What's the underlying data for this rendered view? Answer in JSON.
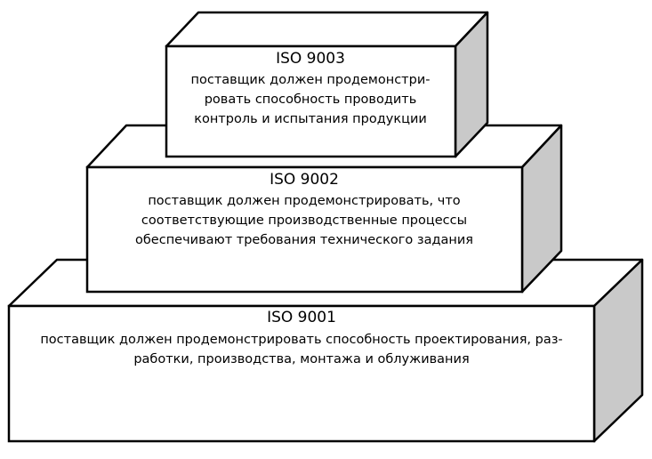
{
  "colors": {
    "front": "#ffffff",
    "top": "#ffffff",
    "side": "#c9c9c9",
    "stroke": "#000000"
  },
  "levels": [
    {
      "standard": "ISO 9003",
      "lines": [
        "поставщик должен продемонстри-",
        "ровать способность проводить",
        "контроль и испытания продукции"
      ]
    },
    {
      "standard": "ISO 9002",
      "lines": [
        "поставщик должен продемонстрировать, что",
        "соответствующие производственные процессы",
        "обеспечивают требования технического задания"
      ]
    },
    {
      "standard": "ISO 9001",
      "lines": [
        "поставщик должен продемонстрировать способность проектирования, раз-",
        "работки, производства, монтажа и облуживания"
      ]
    }
  ]
}
